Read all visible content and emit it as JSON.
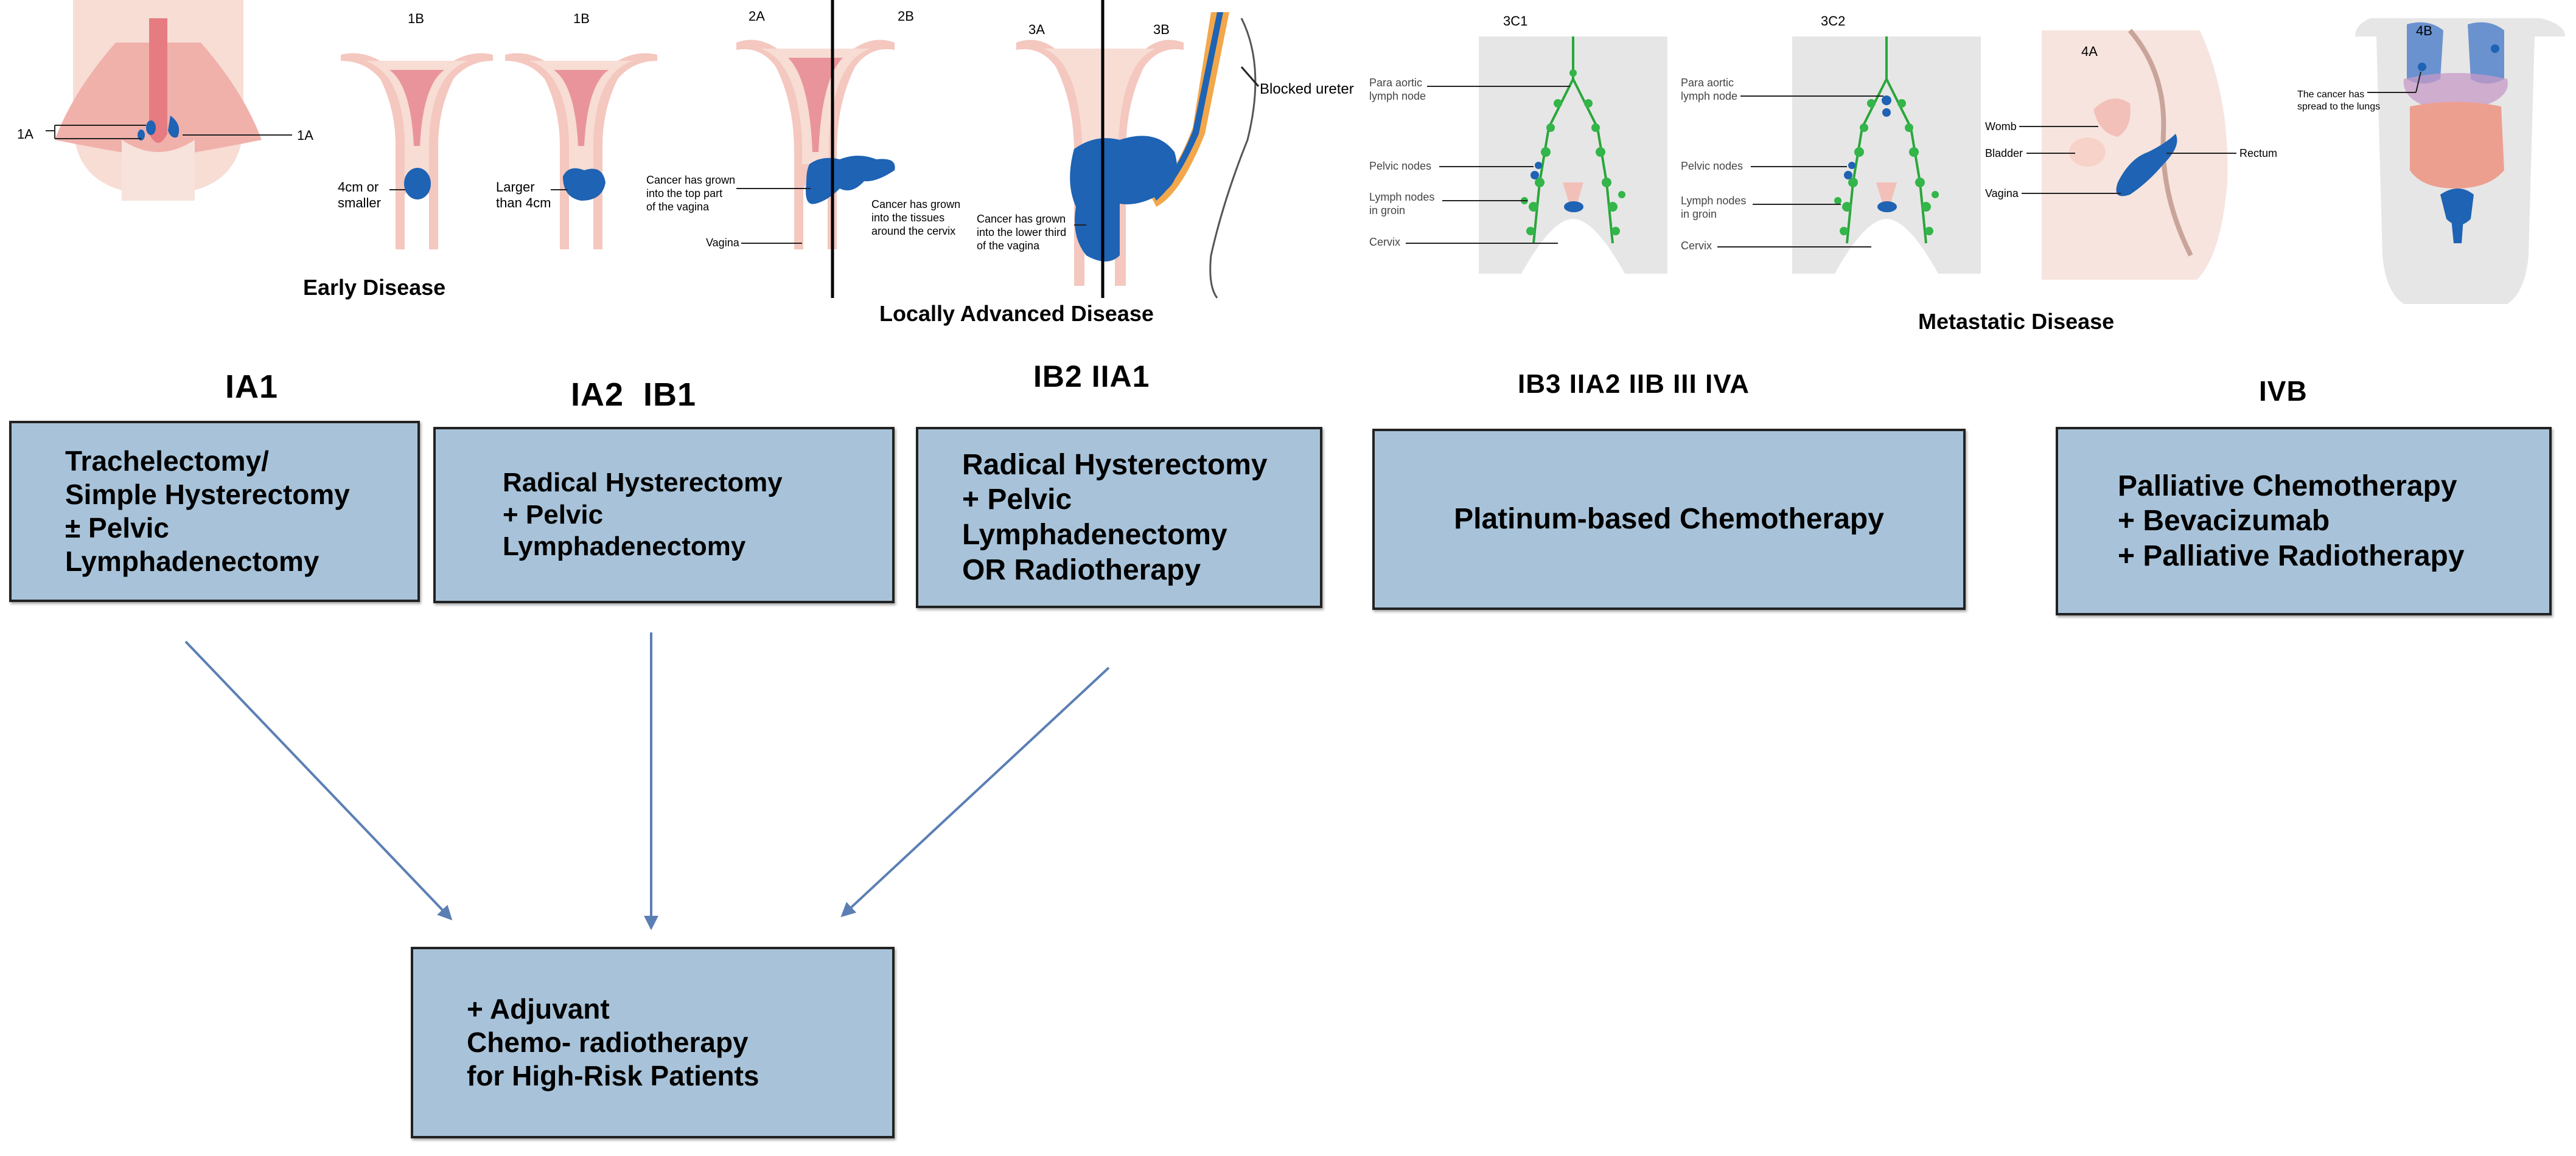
{
  "categories": {
    "early": "Early Disease",
    "locally_advanced": "Locally Advanced Disease",
    "metastatic": "Metastatic Disease"
  },
  "illustrations": {
    "p1": {
      "stage_1a_left": "1A",
      "stage_1a_right": "1A"
    },
    "p2": {
      "stage": "1B",
      "note": "4cm or\nsmaller"
    },
    "p3": {
      "stage": "1B",
      "note": "Larger\nthan 4cm"
    },
    "p4": {
      "stage_left": "2A",
      "stage_right": "2B",
      "note_a": "Cancer has grown\ninto the top part\nof the vagina",
      "note_b": "Cancer has grown\ninto the tissues\naround the cervix",
      "vagina": "Vagina"
    },
    "p5": {
      "stage_left": "3A",
      "stage_right": "3B",
      "note_a": "Cancer has grown\ninto the lower third\nof the vagina",
      "blocked": "Blocked ureter"
    },
    "p6": {
      "stage": "3C1",
      "para": "Para aortic\nlymph node",
      "pelvic": "Pelvic nodes",
      "groin": "Lymph nodes\nin groin",
      "cervix": "Cervix"
    },
    "p7": {
      "stage": "3C2",
      "para": "Para aortic\nlymph node",
      "pelvic": "Pelvic nodes",
      "groin": "Lymph nodes\nin groin",
      "cervix": "Cervix"
    },
    "p8": {
      "stage": "4A",
      "womb": "Womb",
      "bladder": "Bladder",
      "vagina": "Vagina",
      "rectum": "Rectum"
    },
    "p9": {
      "stage": "4B",
      "lungs": "The cancer has\nspread to the lungs"
    }
  },
  "stages": [
    {
      "label": "IA1",
      "treatment": "Trachelectomy/\nSimple Hysterectomy\n± Pelvic\nLymphadenectomy"
    },
    {
      "label": "IA2  IB1",
      "treatment": "Radical Hysterectomy\n+ Pelvic\nLymphadenectomy"
    },
    {
      "label": "IB2 IIA1",
      "treatment": "Radical Hysterectomy\n+ Pelvic\nLymphadenectomy\nOR Radiotherapy"
    },
    {
      "label": "IB3 IIA2 IIB III IVA",
      "treatment": "Platinum-based Chemotherapy"
    },
    {
      "label": "IVB",
      "treatment": "Palliative Chemotherapy\n+ Bevacizumab\n+ Palliative Radiotherapy"
    }
  ],
  "adjuvant": {
    "text": "+ Adjuvant\nChemo- radiotherapy\nfor High-Risk Patients"
  },
  "colors": {
    "box_fill": "#a8c3d9",
    "box_border": "#222222",
    "arrow": "#5b7fb4",
    "tumour": "#1e63b4",
    "uterus": "#f2c0b8",
    "nodes": "#33b54a"
  }
}
